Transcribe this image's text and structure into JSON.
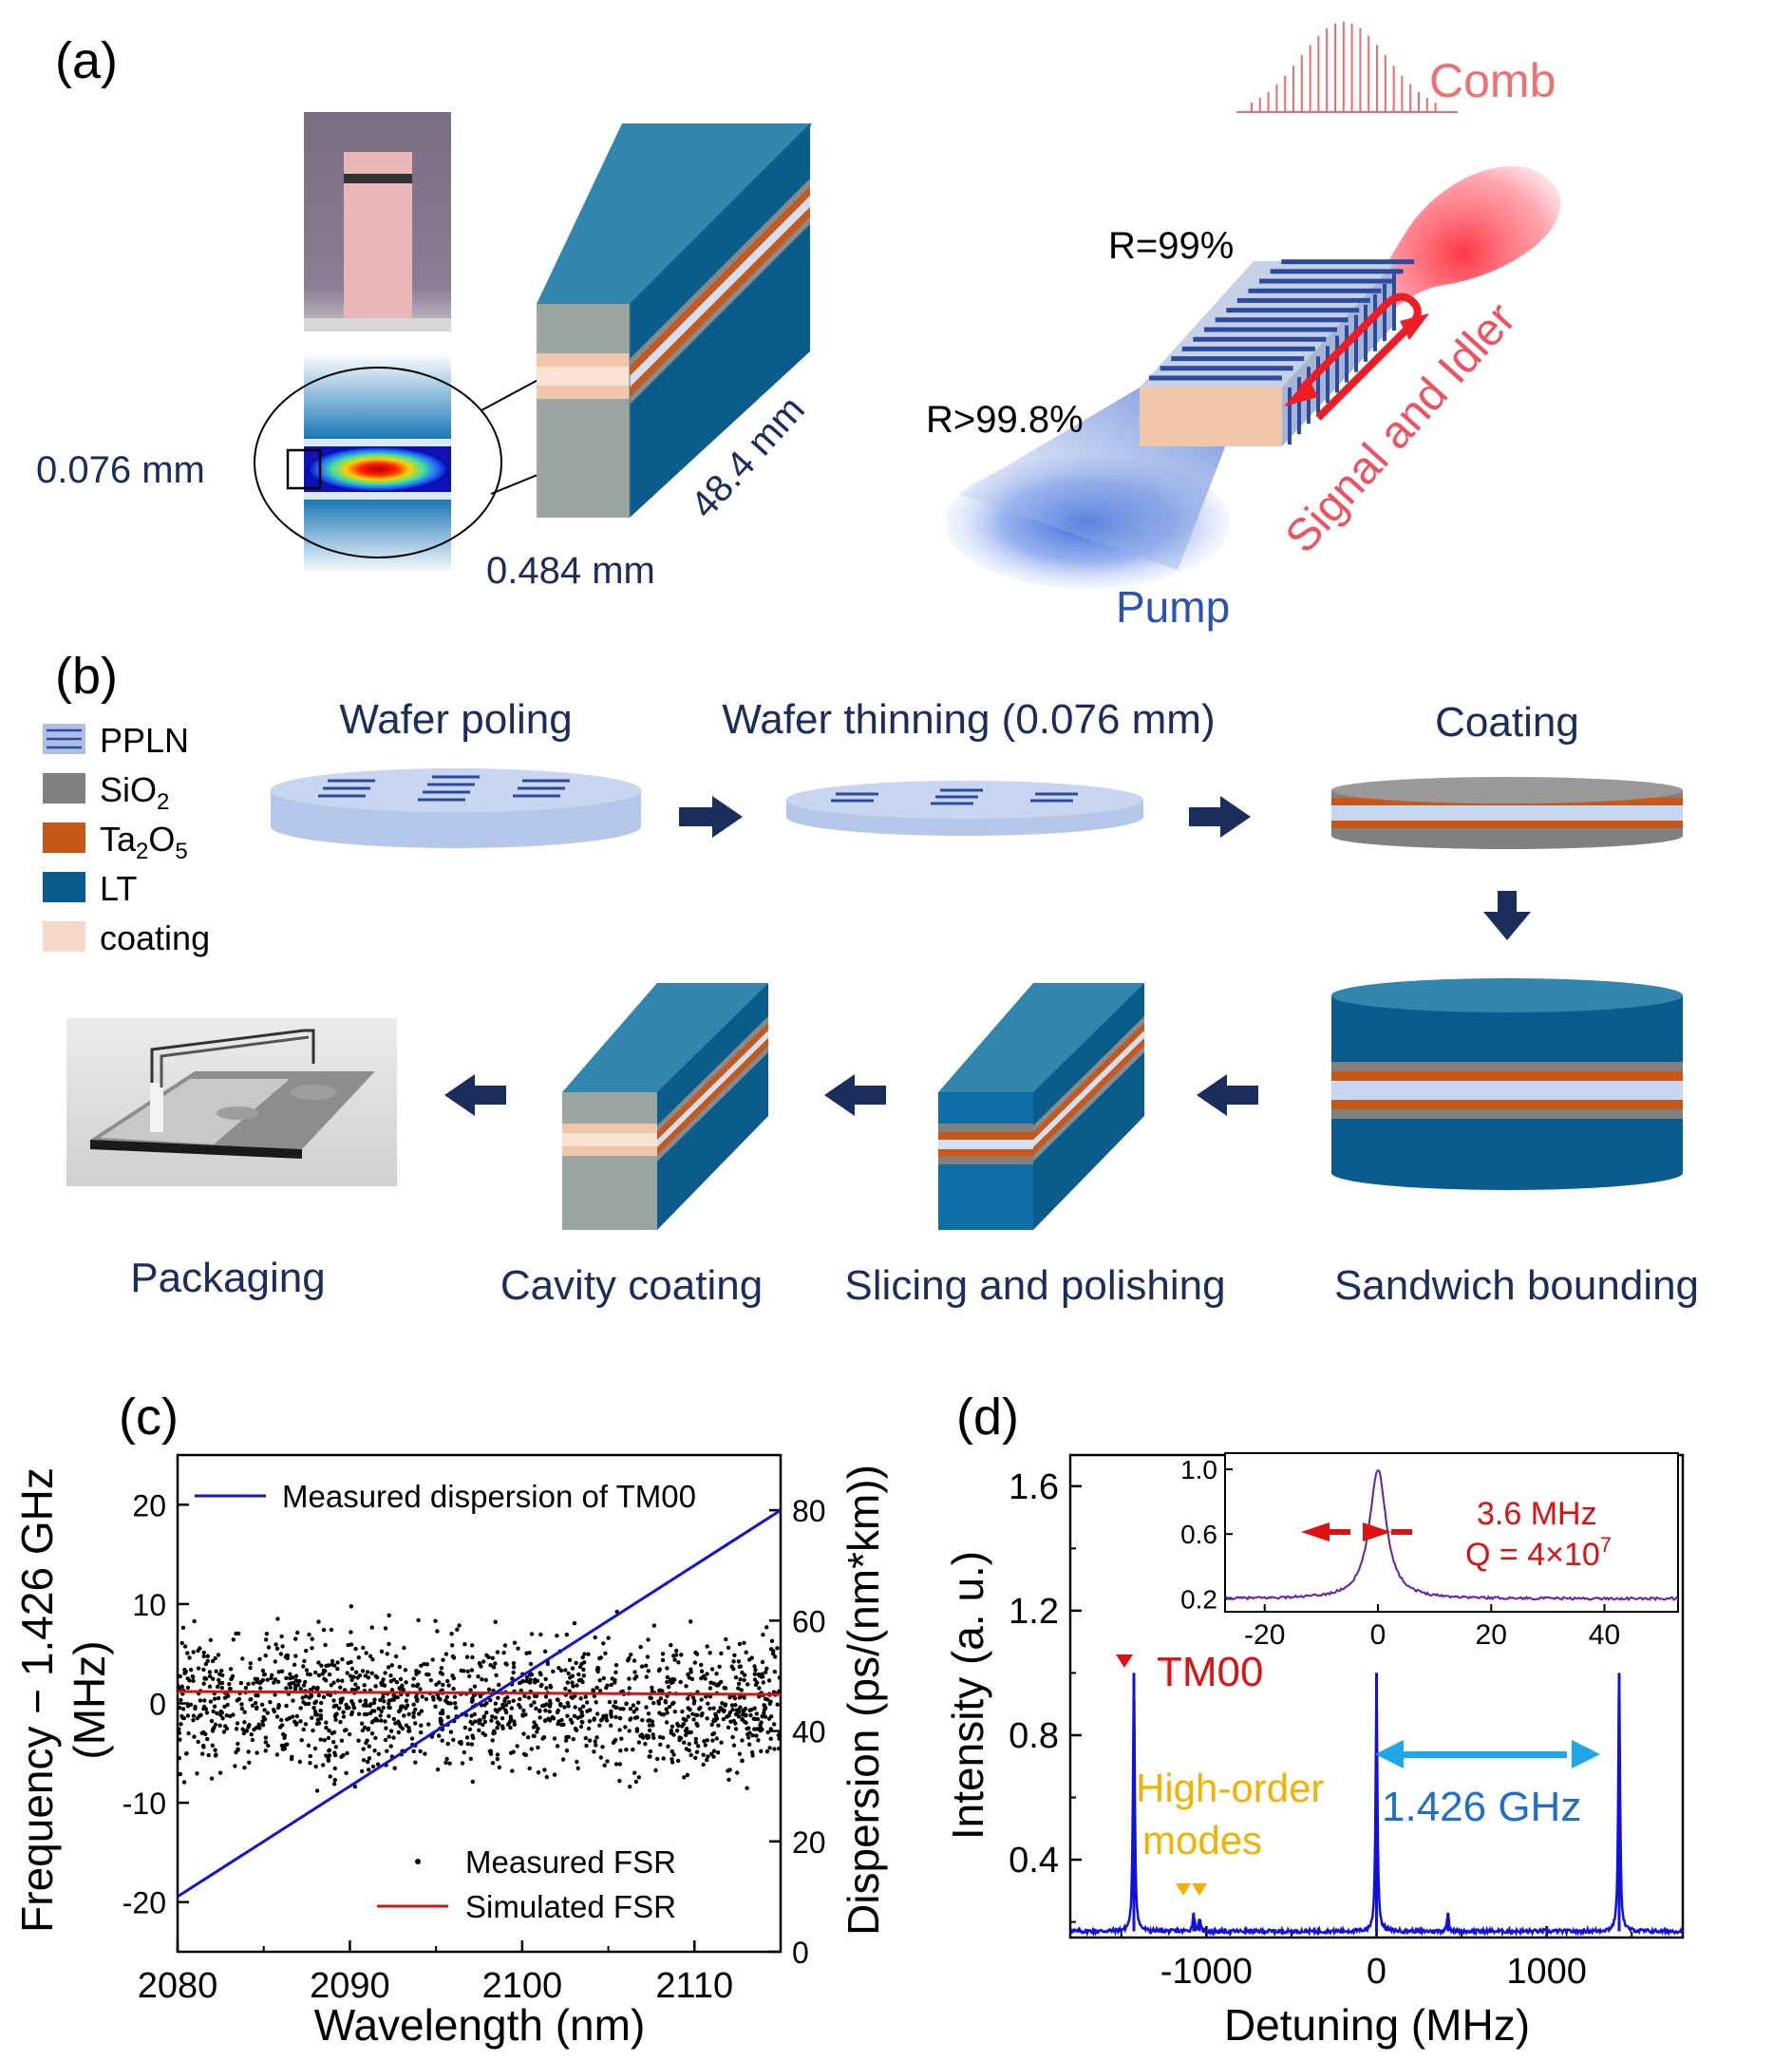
{
  "panel_labels": {
    "a": "(a)",
    "b": "(b)",
    "c": "(c)",
    "d": "(d)"
  },
  "panel_a": {
    "dim_thickness": "0.076 mm",
    "dim_width": "0.484 mm",
    "dim_length": "48.4 mm",
    "r_output": "R=99%",
    "r_input": "R>99.8%",
    "comb_label": "Comb",
    "signal_idler_label": "Signal and Idler",
    "pump_label": "Pump"
  },
  "panel_b": {
    "legend": [
      {
        "label": "PPLN",
        "color": "#aebfe3"
      },
      {
        "label": "SiO",
        "sub": "2",
        "color": "#808080"
      },
      {
        "label": "Ta",
        "sub": "2",
        "label2": "O",
        "sub2": "5",
        "color": "#c8581a"
      },
      {
        "label": "LT",
        "color": "#0a5c8f"
      },
      {
        "label": "coating",
        "color": "#f6d9c8"
      }
    ],
    "steps": {
      "poling": "Wafer poling",
      "thinning": "Wafer thinning (0.076 mm)",
      "coating": "Coating",
      "bonding": "Sandwich bounding",
      "slicing": "Slicing and polishing",
      "cavity": "Cavity coating",
      "packaging": "Packaging"
    }
  },
  "chart_data": [
    {
      "type": "scatter",
      "xlabel": "Wavelength (nm)",
      "ylabel_line1": "Frequency − 1.426 GHz",
      "ylabel_line2": "(MHz)",
      "y2label": "Dispersion (ps/(nm*km))",
      "xlim": [
        2080,
        2115
      ],
      "ylim": [
        -25,
        25
      ],
      "y2lim": [
        0,
        90
      ],
      "xticks": [
        2080,
        2090,
        2100,
        2110
      ],
      "yticks": [
        -20,
        -10,
        0,
        10,
        20
      ],
      "y2ticks": [
        0,
        20,
        40,
        60,
        80
      ],
      "series": [
        {
          "name": "Measured dispersion of TM00",
          "kind": "line",
          "axis": "right",
          "color": "#1010e0",
          "x": [
            2080,
            2115
          ],
          "y": [
            10,
            80
          ]
        },
        {
          "name": "Measured FSR",
          "kind": "scatter",
          "axis": "left",
          "color": "#000000",
          "x_range": [
            2080,
            2115
          ],
          "center": 0,
          "spread_sd": 3.5,
          "count": 1500
        },
        {
          "name": "Simulated FSR",
          "kind": "line",
          "axis": "left",
          "color": "#e01010",
          "x": [
            2080,
            2115
          ],
          "y": [
            1.2,
            0.9
          ]
        }
      ],
      "legend_order": [
        "Measured dispersion of TM00",
        "Measured FSR",
        "Simulated FSR"
      ]
    },
    {
      "type": "line",
      "xlabel": "Detuning (MHz)",
      "ylabel": "Intensity (a. u.)",
      "xlim": [
        -1800,
        1800
      ],
      "ylim": [
        0.15,
        1.7
      ],
      "xticks": [
        -1000,
        0,
        1000
      ],
      "yticks": [
        0.4,
        0.8,
        1.2,
        1.6
      ],
      "series": [
        {
          "name": "spectrum",
          "color": "#1010e0",
          "baseline": 0.17,
          "peaks": [
            {
              "x": -1426,
              "y": 1.0
            },
            {
              "x": -1075,
              "y": 0.23
            },
            {
              "x": -1040,
              "y": 0.21
            },
            {
              "x": 0,
              "y": 1.0
            },
            {
              "x": 420,
              "y": 0.23
            },
            {
              "x": 1426,
              "y": 1.0
            }
          ]
        }
      ],
      "annotations": {
        "tm00": "TM00",
        "high_order_1": "High-order",
        "high_order_2": "modes",
        "fsr": "1.426 GHz"
      },
      "inset": {
        "type": "line",
        "xlim": [
          -27,
          53
        ],
        "ylim": [
          0.12,
          1.1
        ],
        "xticks": [
          -20,
          0,
          20,
          40
        ],
        "yticks": [
          0.2,
          0.6,
          1.0
        ],
        "center": 0,
        "fwhm_mhz": 3.6,
        "peak": 1.0,
        "baseline": 0.2,
        "color": "#6a1bb0",
        "label_width": "3.6 MHz",
        "label_q": "Q = 4×10",
        "label_q_exp": "7"
      }
    }
  ]
}
